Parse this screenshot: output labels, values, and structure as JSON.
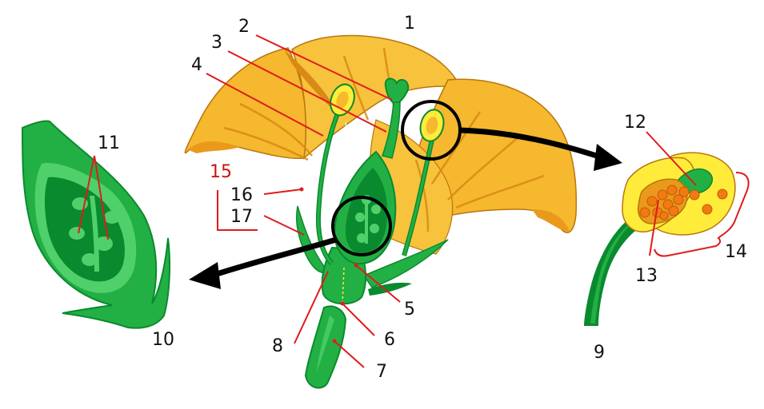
{
  "labels": {
    "l1": "1",
    "l2": "2",
    "l3": "3",
    "l4": "4",
    "l5": "5",
    "l6": "6",
    "l7": "7",
    "l8": "8",
    "l9": "9",
    "l10": "10",
    "l11": "11",
    "l12": "12",
    "l13": "13",
    "l14": "14",
    "l15": "15",
    "l16": "16",
    "l17": "17"
  },
  "colors": {
    "petal": "#f5b82e",
    "petal_shadow": "#e99a1c",
    "petal_vein": "#d88a14",
    "green_dark": "#0a8a2e",
    "green_mid": "#22b045",
    "green_light": "#4fd06a",
    "anther_yellow": "#ffec3a",
    "pollen": "#f27a12",
    "leader": "#e01b1b",
    "arrow": "#000000"
  }
}
